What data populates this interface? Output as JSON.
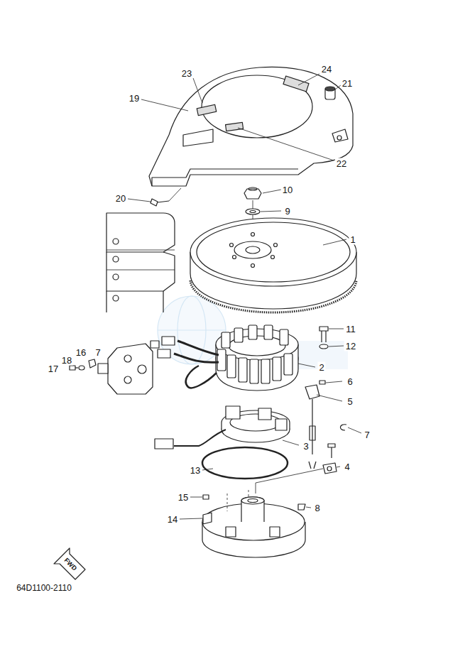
{
  "diagram": {
    "labels": [
      "23",
      "24",
      "19",
      "21",
      "22",
      "20",
      "10",
      "9",
      "1",
      "11",
      "12",
      "2",
      "16",
      "18",
      "17",
      "7",
      "6",
      "5",
      "7",
      "4",
      "13",
      "3",
      "8",
      "15",
      "14",
      "64D1100-2110",
      "FWD"
    ]
  }
}
